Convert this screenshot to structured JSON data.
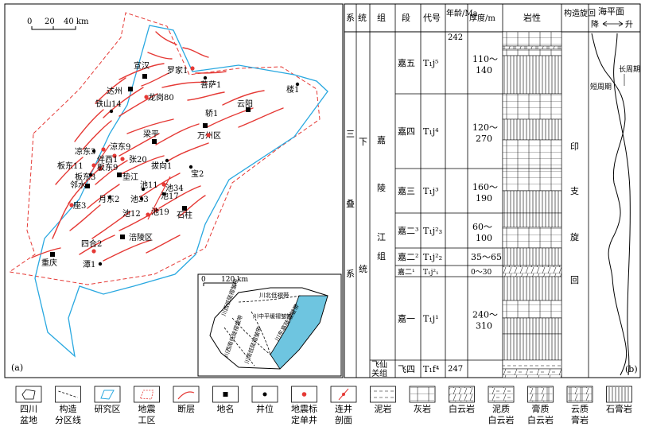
{
  "panel_a": {
    "label": "(a)",
    "scale": {
      "zero": "0",
      "mid": "20",
      "end": "40 km"
    },
    "places": [
      {
        "name": "宣汉",
        "kind": "city"
      },
      {
        "name": "达州",
        "kind": "city"
      },
      {
        "name": "梁平",
        "kind": "city"
      },
      {
        "name": "万州区",
        "kind": "city"
      },
      {
        "name": "云阳",
        "kind": "city"
      },
      {
        "name": "垫江",
        "kind": "city"
      },
      {
        "name": "邻水",
        "kind": "city"
      },
      {
        "name": "石柱",
        "kind": "city"
      },
      {
        "name": "涪陵区",
        "kind": "city"
      },
      {
        "name": "重庆",
        "kind": "city"
      },
      {
        "name": "罗家1",
        "kind": "quake"
      },
      {
        "name": "龙岗80",
        "kind": "quake"
      },
      {
        "name": "轿1",
        "kind": "quake"
      },
      {
        "name": "张20",
        "kind": "quake"
      },
      {
        "name": "座3",
        "kind": "quake"
      },
      {
        "name": "四合2",
        "kind": "quake"
      },
      {
        "name": "池34",
        "kind": "quake"
      },
      {
        "name": "伴西1",
        "kind": "quake"
      },
      {
        "name": "涼东9",
        "kind": "quake"
      },
      {
        "name": "板东11",
        "kind": "quake"
      },
      {
        "name": "板东9",
        "kind": "quake"
      },
      {
        "name": "池19",
        "kind": "quake"
      },
      {
        "name": "池12",
        "kind": "quake"
      },
      {
        "name": "菩萨1",
        "kind": "well"
      },
      {
        "name": "楼1",
        "kind": "well"
      },
      {
        "name": "铁山14",
        "kind": "well"
      },
      {
        "name": "凉东3",
        "kind": "well"
      },
      {
        "name": "板东3",
        "kind": "well"
      },
      {
        "name": "拔向1",
        "kind": "well"
      },
      {
        "name": "宝2",
        "kind": "well"
      },
      {
        "name": "池11",
        "kind": "well"
      },
      {
        "name": "池33",
        "kind": "well"
      },
      {
        "name": "池17",
        "kind": "well"
      },
      {
        "name": "月东2",
        "kind": "well"
      },
      {
        "name": "潭1",
        "kind": "well"
      }
    ],
    "inset": {
      "scale_zero": "0",
      "scale_end": "120 km",
      "zones": [
        "川北低褶带",
        "川西低陡褶皱带",
        "川中平缓褶皱带",
        "川西南低陡褶皱带",
        "川南低陡褶皱带",
        "川东高陡褶皱带"
      ]
    }
  },
  "panel_b": {
    "label": "(b)",
    "headers": {
      "system": "系",
      "series": "统",
      "group": "组",
      "member": "段",
      "code": "代号",
      "age": "年龄/Ma",
      "thickness": "厚度/m",
      "lithology": "岩性",
      "cycle": "构造旋回",
      "sea_level": "海平面",
      "sea_low": "降",
      "sea_high": "升"
    },
    "system": "三叠系",
    "series": "下统",
    "group": "嘉陵江组",
    "group_lower": "飞仙关组",
    "cycle": "印支旋回",
    "ages": {
      "top": "242",
      "bottom": "247"
    },
    "long_period": "长周期",
    "short_period": "短周期",
    "rows": [
      {
        "member": "嘉五",
        "code": "T₁j⁵",
        "thickness": "110～140"
      },
      {
        "member": "嘉四",
        "code": "T₁j⁴",
        "thickness": "120～270"
      },
      {
        "member": "嘉三",
        "code": "T₁j³",
        "thickness": "160～190"
      },
      {
        "member": "嘉二³",
        "code": "T₁j²₃",
        "thickness": "60～100"
      },
      {
        "member": "嘉二²",
        "code": "T₁j²₂",
        "thickness": "35～65"
      },
      {
        "member": "嘉二¹",
        "code": "T₁j²₁",
        "thickness": "0～30"
      },
      {
        "member": "嘉一",
        "code": "T₁j¹",
        "thickness": "240～310"
      },
      {
        "member": "飞四",
        "code": "T₁f⁴",
        "thickness": ""
      }
    ]
  },
  "legend": [
    {
      "label1": "四川",
      "label2": "盆地",
      "icon": "basin-outline-icon"
    },
    {
      "label1": "构造",
      "label2": "分区线",
      "icon": "division-line-icon"
    },
    {
      "label1": "研究区",
      "label2": "",
      "icon": "study-area-icon"
    },
    {
      "label1": "地震",
      "label2": "工区",
      "icon": "seismic-area-icon"
    },
    {
      "label1": "断层",
      "label2": "",
      "icon": "fault-icon"
    },
    {
      "label1": "地名",
      "label2": "",
      "icon": "place-name-icon"
    },
    {
      "label1": "井位",
      "label2": "",
      "icon": "well-icon"
    },
    {
      "label1": "地震标",
      "label2": "定单井",
      "icon": "calibration-well-icon"
    },
    {
      "label1": "连井",
      "label2": "剖面",
      "icon": "well-section-icon"
    },
    {
      "label1": "泥岩",
      "label2": "",
      "icon": "mudstone-icon"
    },
    {
      "label1": "灰岩",
      "label2": "",
      "icon": "limestone-icon"
    },
    {
      "label1": "白云岩",
      "label2": "",
      "icon": "dolomite-icon"
    },
    {
      "label1": "泥质",
      "label2": "白云岩",
      "icon": "argillaceous-dolomite-icon"
    },
    {
      "label1": "膏质",
      "label2": "白云岩",
      "icon": "gypsum-dolomite-icon"
    },
    {
      "label1": "云质",
      "label2": "膏岩",
      "icon": "dolomitic-gypsum-icon"
    },
    {
      "label1": "石膏岩",
      "label2": "",
      "icon": "gypsum-icon"
    }
  ]
}
